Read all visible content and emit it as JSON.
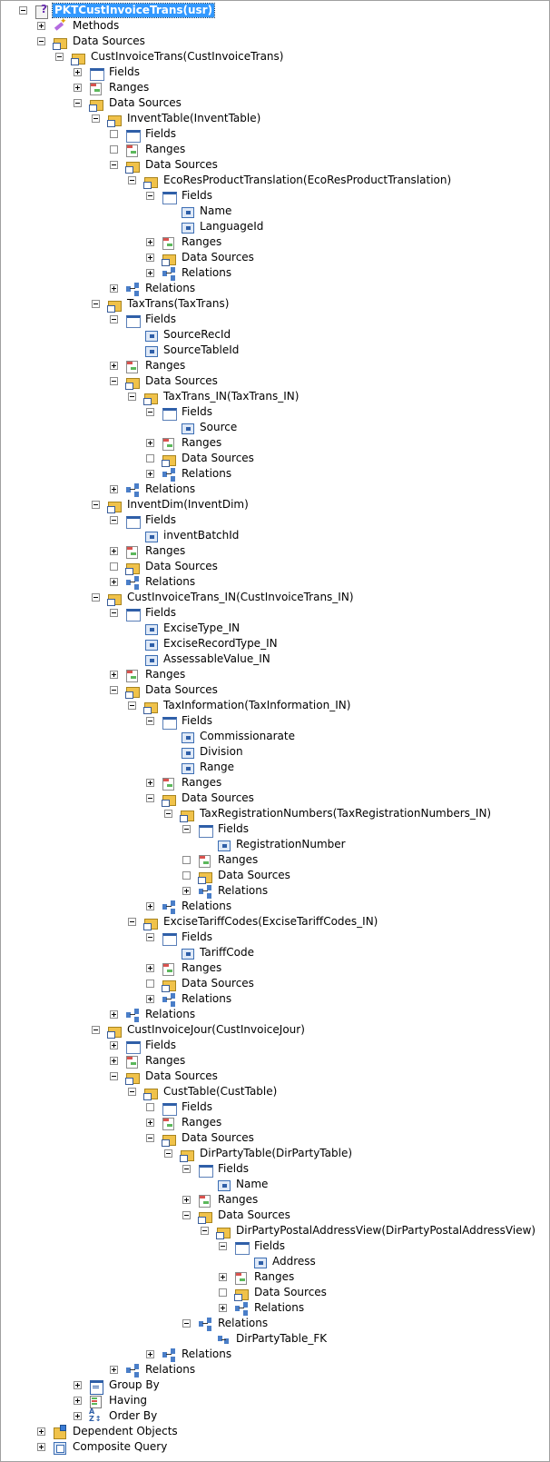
{
  "tree": {
    "nodes": [
      {
        "label": "PKTCustInvoiceTrans(usr)",
        "depth": 0,
        "toggle": "minus",
        "icon": "query-icon",
        "selected": true
      },
      {
        "label": "Methods",
        "depth": 1,
        "toggle": "plus",
        "icon": "methods-icon"
      },
      {
        "label": "Data Sources",
        "depth": 1,
        "toggle": "minus",
        "icon": "data-sources-icon"
      },
      {
        "label": "CustInvoiceTrans(CustInvoiceTrans)",
        "depth": 2,
        "toggle": "minus",
        "icon": "datasource-icon"
      },
      {
        "label": "Fields",
        "depth": 3,
        "toggle": "plus",
        "icon": "fields-icon"
      },
      {
        "label": "Ranges",
        "depth": 3,
        "toggle": "plus",
        "icon": "ranges-icon"
      },
      {
        "label": "Data Sources",
        "depth": 3,
        "toggle": "minus",
        "icon": "data-sources-icon"
      },
      {
        "label": "InventTable(InventTable)",
        "depth": 4,
        "toggle": "minus",
        "icon": "datasource-icon"
      },
      {
        "label": "Fields",
        "depth": 5,
        "toggle": "empty",
        "icon": "fields-icon"
      },
      {
        "label": "Ranges",
        "depth": 5,
        "toggle": "empty",
        "icon": "ranges-icon"
      },
      {
        "label": "Data Sources",
        "depth": 5,
        "toggle": "minus",
        "icon": "data-sources-icon"
      },
      {
        "label": "EcoResProductTranslation(EcoResProductTranslation)",
        "depth": 6,
        "toggle": "minus",
        "icon": "datasource-icon"
      },
      {
        "label": "Fields",
        "depth": 7,
        "toggle": "minus",
        "icon": "fields-icon"
      },
      {
        "label": "Name",
        "depth": 8,
        "toggle": "none",
        "icon": "field-icon"
      },
      {
        "label": "LanguageId",
        "depth": 8,
        "toggle": "none",
        "icon": "field-icon"
      },
      {
        "label": "Ranges",
        "depth": 7,
        "toggle": "plus",
        "icon": "ranges-icon"
      },
      {
        "label": "Data Sources",
        "depth": 7,
        "toggle": "plus",
        "icon": "data-sources-icon"
      },
      {
        "label": "Relations",
        "depth": 7,
        "toggle": "plus",
        "icon": "relations-icon"
      },
      {
        "label": "Relations",
        "depth": 5,
        "toggle": "plus",
        "icon": "relations-icon"
      },
      {
        "label": "TaxTrans(TaxTrans)",
        "depth": 4,
        "toggle": "minus",
        "icon": "datasource-icon"
      },
      {
        "label": "Fields",
        "depth": 5,
        "toggle": "minus",
        "icon": "fields-icon"
      },
      {
        "label": "SourceRecId",
        "depth": 6,
        "toggle": "none",
        "icon": "field-icon"
      },
      {
        "label": "SourceTableId",
        "depth": 6,
        "toggle": "none",
        "icon": "field-icon"
      },
      {
        "label": "Ranges",
        "depth": 5,
        "toggle": "plus",
        "icon": "ranges-icon"
      },
      {
        "label": "Data Sources",
        "depth": 5,
        "toggle": "minus",
        "icon": "data-sources-icon"
      },
      {
        "label": "TaxTrans_IN(TaxTrans_IN)",
        "depth": 6,
        "toggle": "minus",
        "icon": "datasource-icon"
      },
      {
        "label": "Fields",
        "depth": 7,
        "toggle": "minus",
        "icon": "fields-icon"
      },
      {
        "label": "Source",
        "depth": 8,
        "toggle": "none",
        "icon": "field-icon"
      },
      {
        "label": "Ranges",
        "depth": 7,
        "toggle": "plus",
        "icon": "ranges-icon"
      },
      {
        "label": "Data Sources",
        "depth": 7,
        "toggle": "empty",
        "icon": "data-sources-icon"
      },
      {
        "label": "Relations",
        "depth": 7,
        "toggle": "plus",
        "icon": "relations-icon"
      },
      {
        "label": "Relations",
        "depth": 5,
        "toggle": "plus",
        "icon": "relations-icon"
      },
      {
        "label": "InventDim(InventDim)",
        "depth": 4,
        "toggle": "minus",
        "icon": "datasource-icon"
      },
      {
        "label": "Fields",
        "depth": 5,
        "toggle": "minus",
        "icon": "fields-icon"
      },
      {
        "label": "inventBatchId",
        "depth": 6,
        "toggle": "none",
        "icon": "field-icon"
      },
      {
        "label": "Ranges",
        "depth": 5,
        "toggle": "plus",
        "icon": "ranges-icon"
      },
      {
        "label": "Data Sources",
        "depth": 5,
        "toggle": "empty",
        "icon": "data-sources-icon"
      },
      {
        "label": "Relations",
        "depth": 5,
        "toggle": "plus",
        "icon": "relations-icon"
      },
      {
        "label": "CustInvoiceTrans_IN(CustInvoiceTrans_IN)",
        "depth": 4,
        "toggle": "minus",
        "icon": "datasource-icon"
      },
      {
        "label": "Fields",
        "depth": 5,
        "toggle": "minus",
        "icon": "fields-icon"
      },
      {
        "label": "ExciseType_IN",
        "depth": 6,
        "toggle": "none",
        "icon": "field-icon"
      },
      {
        "label": "ExciseRecordType_IN",
        "depth": 6,
        "toggle": "none",
        "icon": "field-icon"
      },
      {
        "label": "AssessableValue_IN",
        "depth": 6,
        "toggle": "none",
        "icon": "field-icon"
      },
      {
        "label": "Ranges",
        "depth": 5,
        "toggle": "plus",
        "icon": "ranges-icon"
      },
      {
        "label": "Data Sources",
        "depth": 5,
        "toggle": "minus",
        "icon": "data-sources-icon"
      },
      {
        "label": "TaxInformation(TaxInformation_IN)",
        "depth": 6,
        "toggle": "minus",
        "icon": "datasource-icon"
      },
      {
        "label": "Fields",
        "depth": 7,
        "toggle": "minus",
        "icon": "fields-icon"
      },
      {
        "label": "Commissionarate",
        "depth": 8,
        "toggle": "none",
        "icon": "field-icon"
      },
      {
        "label": "Division",
        "depth": 8,
        "toggle": "none",
        "icon": "field-icon"
      },
      {
        "label": "Range",
        "depth": 8,
        "toggle": "none",
        "icon": "field-icon"
      },
      {
        "label": "Ranges",
        "depth": 7,
        "toggle": "plus",
        "icon": "ranges-icon"
      },
      {
        "label": "Data Sources",
        "depth": 7,
        "toggle": "minus",
        "icon": "data-sources-icon"
      },
      {
        "label": "TaxRegistrationNumbers(TaxRegistrationNumbers_IN)",
        "depth": 8,
        "toggle": "minus",
        "icon": "datasource-icon"
      },
      {
        "label": "Fields",
        "depth": 9,
        "toggle": "minus",
        "icon": "fields-icon"
      },
      {
        "label": "RegistrationNumber",
        "depth": 10,
        "toggle": "none",
        "icon": "field-icon"
      },
      {
        "label": "Ranges",
        "depth": 9,
        "toggle": "empty",
        "icon": "ranges-icon"
      },
      {
        "label": "Data Sources",
        "depth": 9,
        "toggle": "empty",
        "icon": "data-sources-icon"
      },
      {
        "label": "Relations",
        "depth": 9,
        "toggle": "plus",
        "icon": "relations-icon"
      },
      {
        "label": "Relations",
        "depth": 7,
        "toggle": "plus",
        "icon": "relations-icon"
      },
      {
        "label": "ExciseTariffCodes(ExciseTariffCodes_IN)",
        "depth": 6,
        "toggle": "minus",
        "icon": "datasource-icon"
      },
      {
        "label": "Fields",
        "depth": 7,
        "toggle": "minus",
        "icon": "fields-icon"
      },
      {
        "label": "TariffCode",
        "depth": 8,
        "toggle": "none",
        "icon": "field-icon"
      },
      {
        "label": "Ranges",
        "depth": 7,
        "toggle": "plus",
        "icon": "ranges-icon"
      },
      {
        "label": "Data Sources",
        "depth": 7,
        "toggle": "empty",
        "icon": "data-sources-icon"
      },
      {
        "label": "Relations",
        "depth": 7,
        "toggle": "plus",
        "icon": "relations-icon"
      },
      {
        "label": "Relations",
        "depth": 5,
        "toggle": "plus",
        "icon": "relations-icon"
      },
      {
        "label": "CustInvoiceJour(CustInvoiceJour)",
        "depth": 4,
        "toggle": "minus",
        "icon": "datasource-icon"
      },
      {
        "label": "Fields",
        "depth": 5,
        "toggle": "plus",
        "icon": "fields-icon"
      },
      {
        "label": "Ranges",
        "depth": 5,
        "toggle": "plus",
        "icon": "ranges-icon"
      },
      {
        "label": "Data Sources",
        "depth": 5,
        "toggle": "minus",
        "icon": "data-sources-icon"
      },
      {
        "label": "CustTable(CustTable)",
        "depth": 6,
        "toggle": "minus",
        "icon": "datasource-icon"
      },
      {
        "label": "Fields",
        "depth": 7,
        "toggle": "empty",
        "icon": "fields-icon"
      },
      {
        "label": "Ranges",
        "depth": 7,
        "toggle": "plus",
        "icon": "ranges-icon"
      },
      {
        "label": "Data Sources",
        "depth": 7,
        "toggle": "minus",
        "icon": "data-sources-icon"
      },
      {
        "label": "DirPartyTable(DirPartyTable)",
        "depth": 8,
        "toggle": "minus",
        "icon": "datasource-icon"
      },
      {
        "label": "Fields",
        "depth": 9,
        "toggle": "minus",
        "icon": "fields-icon"
      },
      {
        "label": "Name",
        "depth": 10,
        "toggle": "none",
        "icon": "field-icon"
      },
      {
        "label": "Ranges",
        "depth": 9,
        "toggle": "plus",
        "icon": "ranges-icon"
      },
      {
        "label": "Data Sources",
        "depth": 9,
        "toggle": "minus",
        "icon": "data-sources-icon"
      },
      {
        "label": "DirPartyPostalAddressView(DirPartyPostalAddressView)",
        "depth": 10,
        "toggle": "minus",
        "icon": "datasource-icon"
      },
      {
        "label": "Fields",
        "depth": 11,
        "toggle": "minus",
        "icon": "fields-icon"
      },
      {
        "label": "Address",
        "depth": 12,
        "toggle": "none",
        "icon": "field-icon"
      },
      {
        "label": "Ranges",
        "depth": 11,
        "toggle": "plus",
        "icon": "ranges-icon"
      },
      {
        "label": "Data Sources",
        "depth": 11,
        "toggle": "empty",
        "icon": "data-sources-icon"
      },
      {
        "label": "Relations",
        "depth": 11,
        "toggle": "plus",
        "icon": "relations-icon"
      },
      {
        "label": "Relations",
        "depth": 9,
        "toggle": "minus",
        "icon": "relations-icon"
      },
      {
        "label": "DirPartyTable_FK",
        "depth": 10,
        "toggle": "none",
        "icon": "relation-item-icon"
      },
      {
        "label": "Relations",
        "depth": 7,
        "toggle": "plus",
        "icon": "relations-icon"
      },
      {
        "label": "Relations",
        "depth": 5,
        "toggle": "plus",
        "icon": "relations-icon"
      },
      {
        "label": "Group By",
        "depth": 3,
        "toggle": "plus",
        "icon": "group-by-icon"
      },
      {
        "label": "Having",
        "depth": 3,
        "toggle": "plus",
        "icon": "having-icon"
      },
      {
        "label": "Order By",
        "depth": 3,
        "toggle": "plus",
        "icon": "order-by-icon"
      },
      {
        "label": "Dependent Objects",
        "depth": 1,
        "toggle": "plus",
        "icon": "dependent-objects-icon"
      },
      {
        "label": "Composite Query",
        "depth": 1,
        "toggle": "plus",
        "icon": "composite-query-icon"
      }
    ]
  }
}
